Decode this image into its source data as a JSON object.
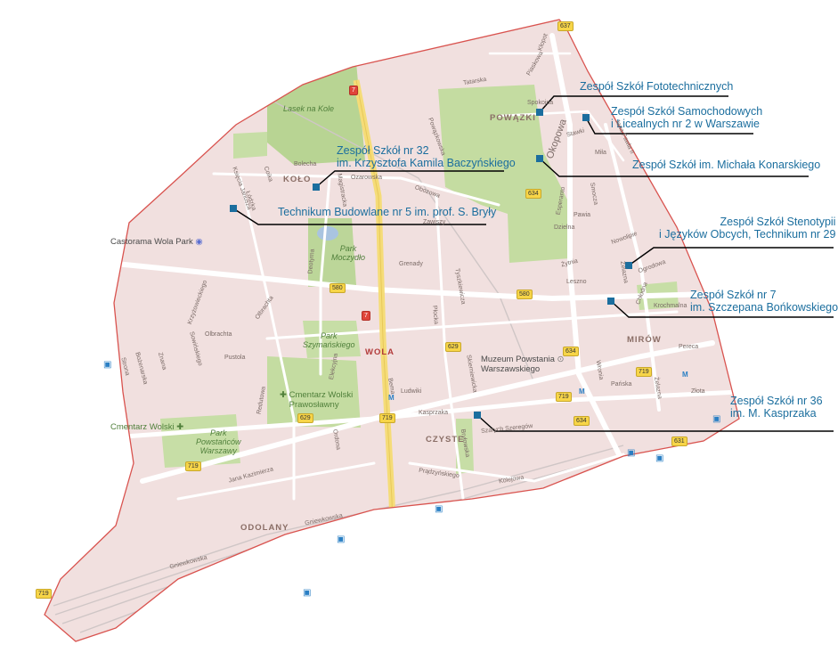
{
  "schools": [
    {
      "id": "fototech",
      "lines": [
        "Zespół Szkół Fototechnicznych"
      ]
    },
    {
      "id": "samochodowe",
      "lines": [
        "Zespół Szkół Samochodowych",
        "i Licealnych nr 2 w Warszawie"
      ]
    },
    {
      "id": "nr32",
      "lines": [
        "Zespół Szkół nr 32",
        "im. Krzysztofa Kamila Baczyńskiego"
      ]
    },
    {
      "id": "konarski",
      "lines": [
        "Zespół Szkół im. Michała Konarskiego"
      ]
    },
    {
      "id": "budowlane",
      "lines": [
        "Technikum Budowlane nr 5 im. prof. S. Bryły"
      ]
    },
    {
      "id": "stenotypii",
      "lines": [
        "Zespół Szkół Stenotypii",
        "i Języków Obcych, Technikum nr 29"
      ]
    },
    {
      "id": "nr7",
      "lines": [
        "Zespół Szkół nr 7",
        "im. Szczepana Bońkowskiego"
      ]
    },
    {
      "id": "nr36",
      "lines": [
        "Zespół Szkół nr 36",
        "im. M. Kasprzaka"
      ]
    }
  ],
  "districts": {
    "kolo": "KOŁO",
    "powazki": "POWĄZKI",
    "wola": "WOLA",
    "mirow": "MIRÓW",
    "czyste": "CZYSTE",
    "odolany": "ODOLANY"
  },
  "parks": {
    "lasek": "Lasek na Kole",
    "moczydlo": [
      "Park",
      "Moczydło"
    ],
    "szymanskiego": [
      "Park",
      "Szymańskiego"
    ],
    "powstancow": [
      "Park",
      "Powstańców",
      "Warszawy"
    ]
  },
  "pois": {
    "castorama": "Castorama Wola Park",
    "muzeum": [
      "Muzeum Powstania",
      "Warszawskiego"
    ],
    "cm_prawoslawny": [
      "Cmentarz Wolski",
      "Prawosławny"
    ],
    "cm_wolski": "Cmentarz Wolski"
  },
  "streets": {
    "tatarska": "Tatarska",
    "bolecha": "Bolecha",
    "obozowa": "Obozowa",
    "ozarowska": "Ozarowska",
    "magistracka": "Magistracka",
    "grenady": "Grenady",
    "leszno": "Leszno",
    "kasprzaka": "Kasprzaka",
    "pradzynskiego": "Prądzyńskiego",
    "kolejowa": "Kolejowa",
    "gniewkowska": "Gniewkowska",
    "gniewkowska2": "Gniewkowska",
    "jana_kazimierza": "Jana Kazimierza",
    "pustola": "Pustola",
    "okopowa": "Okopowa",
    "stawki": "Stawki",
    "mila": "Miła",
    "dzielna": "Dzielna",
    "pawia": "Pawia",
    "zytnia": "Żytnia",
    "nowolipie": "Nowolipie",
    "ogrodowa": "Ogrodowa",
    "chlodna": "Chłodna",
    "krochmalna": "Krochmalna",
    "pereca": "Pereca",
    "zlota": "Złota",
    "zelazna": "Żelazna",
    "zelazna2": "Żelazna",
    "wronia": "Wronia",
    "parska": "Pańska",
    "plocka": "Płocka",
    "tyszkiewicza": "Tyszkiewicza",
    "skierniewicka": "Skierniewicka",
    "brylowska": "Bryłowska",
    "deotyma": "Deotyma",
    "elekcyjna": "Elekcyjna",
    "obrachta": "Olbrachta",
    "obrachta2": "Olbrachta",
    "redutowa": "Redutowa",
    "ordona": "Ordona",
    "bema": "Bema",
    "ludwiki": "Ludwiki",
    "szeregow": "Szarych Szeregów",
    "kopernika": "Księcia Janusza",
    "lodzka": "Łódzka",
    "conka": "Coika",
    "zawiszy": "Zawiszy",
    "powazkowska": "Powązkowska",
    "klopot": "Kłopot",
    "piaskowa": "Piaskowa",
    "smocza": "Smocza",
    "esperanto": "Esperanto",
    "jana_pawla": "Jana Pawła II",
    "krupowiecka": "Krzyżowieckiego",
    "sowinskiego": "Sowińskiego",
    "znana": "Znana",
    "strona": "Strona",
    "bozenarska": "Bożenarska",
    "spokojna": "Spokojna"
  },
  "shields": {
    "s637": "637",
    "s7a": "7",
    "s7b": "7",
    "s580a": "580",
    "s580b": "580",
    "s629a": "629",
    "s629b": "629",
    "s634a": "634",
    "s634b": "634",
    "s634c": "634",
    "s719a": "719",
    "s719b": "719",
    "s719c": "719",
    "s719d": "719",
    "s719e": "719",
    "s631": "631"
  },
  "colors": {
    "area": "#f2e2e1",
    "outline": "#d9534f",
    "park": "#c7dea6",
    "park_dark": "#b4d290",
    "road_main": "#ffffff",
    "expressway": "#f8e38a",
    "school_text": "#1b6e9e",
    "marker": "#1b6e9e",
    "rail": "#cfc8c8"
  }
}
